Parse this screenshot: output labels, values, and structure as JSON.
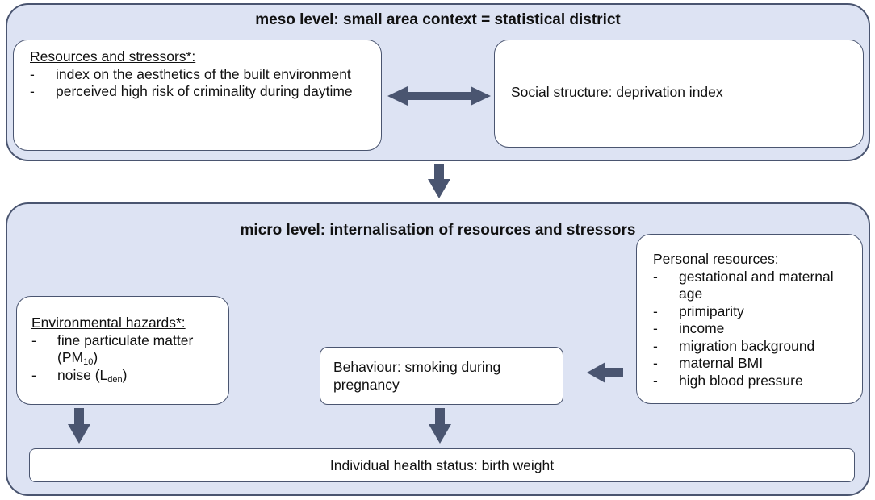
{
  "meso": {
    "title": "meso level: small area context = statistical district",
    "resources": {
      "heading": "Resources and stressors*:",
      "items": [
        "index on the aesthetics of the built environment",
        "perceived high risk of criminality during daytime"
      ]
    },
    "social": {
      "heading": "Social structure:",
      "text": " deprivation index"
    }
  },
  "micro": {
    "title": "micro level: internalisation of resources and stressors",
    "environmental": {
      "heading": "Environmental hazards*:",
      "item1_main": "fine particulate matter (PM",
      "item1_sub": "10",
      "item1_end": ")",
      "item2_main": "noise (L",
      "item2_sub": "den",
      "item2_end": ")"
    },
    "behaviour": {
      "heading": "Behaviour",
      "text": ": smoking during pregnancy"
    },
    "personal": {
      "heading": "Personal resources:",
      "items": [
        "gestational and maternal age",
        "primiparity",
        "income",
        "migration background",
        "maternal BMI",
        "high blood pressure"
      ]
    },
    "outcome": {
      "text": "Individual health status: birth weight"
    }
  },
  "colors": {
    "level_fill": "#dde3f3",
    "border": "#4a5570",
    "arrow": "#4a5570",
    "box_fill": "#ffffff"
  }
}
